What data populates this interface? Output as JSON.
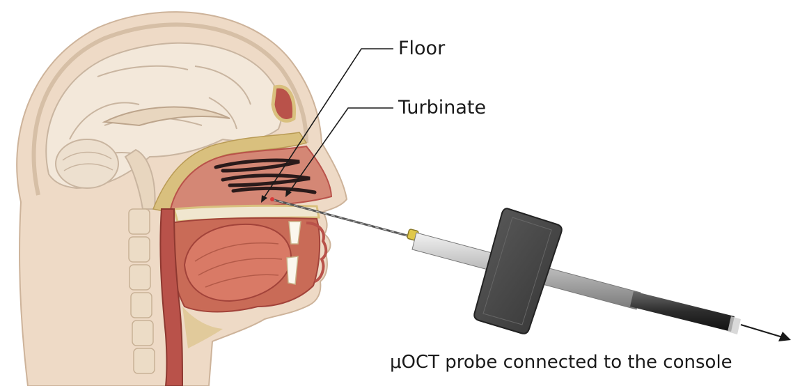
{
  "labels": {
    "floor": "Floor",
    "turbinate": "Turbinate",
    "probe": "μOCT probe connected to the console"
  },
  "colors": {
    "skin": "#eedac6",
    "skin_edge": "#cdb39a",
    "brain": "#f3e8da",
    "bone": "#d9c07e",
    "tissue": "#b9524a",
    "muscle": "#c96b57",
    "cavity": "#d48775",
    "device_dark": "#4a4a4a",
    "probe_silver": "#c8c8c8"
  },
  "icons": [
    "arrow-right-icon"
  ]
}
